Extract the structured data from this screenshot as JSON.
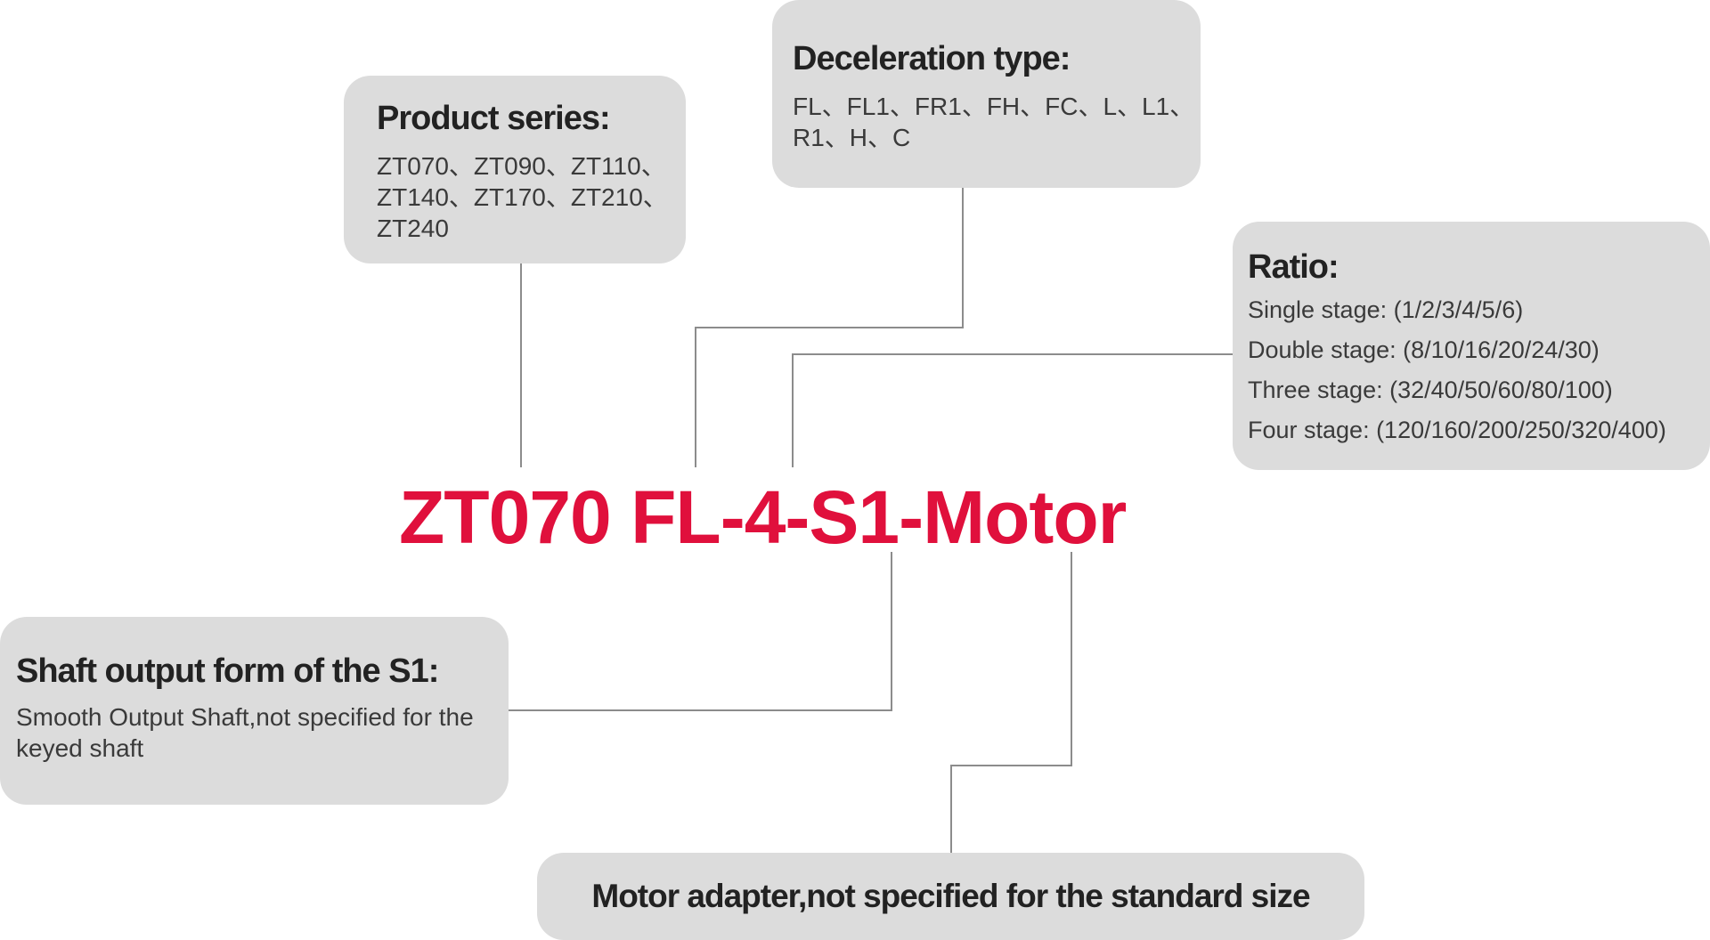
{
  "model_code": "ZT070  FL-4-S1-Motor",
  "colors": {
    "accent": "#e0103c",
    "box_bg": "#dcdcdc",
    "connector": "#8c8c8c"
  },
  "product_series": {
    "title": "Product series:",
    "lines": [
      "ZT070、ZT090、ZT110、",
      "ZT140、ZT170、ZT210、",
      "ZT240"
    ]
  },
  "deceleration_type": {
    "title": "Deceleration type:",
    "lines": [
      "FL、FL1、FR1、FH、FC、L、L1、",
      "R1、H、C"
    ]
  },
  "ratio": {
    "title": "Ratio:",
    "lines": [
      "Single stage: (1/2/3/4/5/6)",
      "Double stage: (8/10/16/20/24/30)",
      "Three stage: (32/40/50/60/80/100)",
      "Four stage: (120/160/200/250/320/400)"
    ]
  },
  "shaft_output": {
    "title": "Shaft output form of the S1:",
    "lines": [
      "Smooth Output Shaft,not specified for the",
      "keyed shaft"
    ]
  },
  "motor_adapter": {
    "title": "Motor adapter,not specified for the standard size"
  }
}
